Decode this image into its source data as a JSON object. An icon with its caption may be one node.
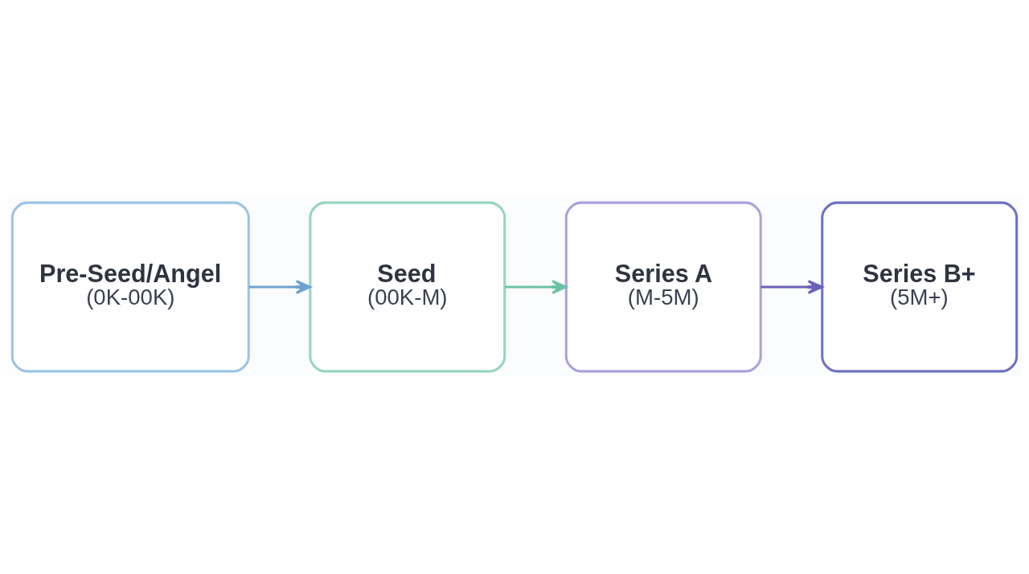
{
  "diagram": {
    "nodes": [
      {
        "text": [
          "Pre-Seed/Angel",
          "(0K-00K)"
        ]
      },
      {
        "text": [
          "Seed",
          "(00K-M)"
        ]
      },
      {
        "text": [
          "Series A",
          "(M-5M)"
        ]
      },
      {
        "text": [
          "Series B+",
          "(5M+)"
        ]
      }
    ],
    "edges": [
      {
        "from": 0,
        "to": 1,
        "arrow": "to",
        "color": "#6fa3cf"
      },
      {
        "from": 1,
        "to": 2,
        "arrow": "to",
        "color": "#6cc3a4"
      },
      {
        "from": 2,
        "to": 3,
        "arrow": "to",
        "color": "#6a62b8"
      }
    ]
  }
}
